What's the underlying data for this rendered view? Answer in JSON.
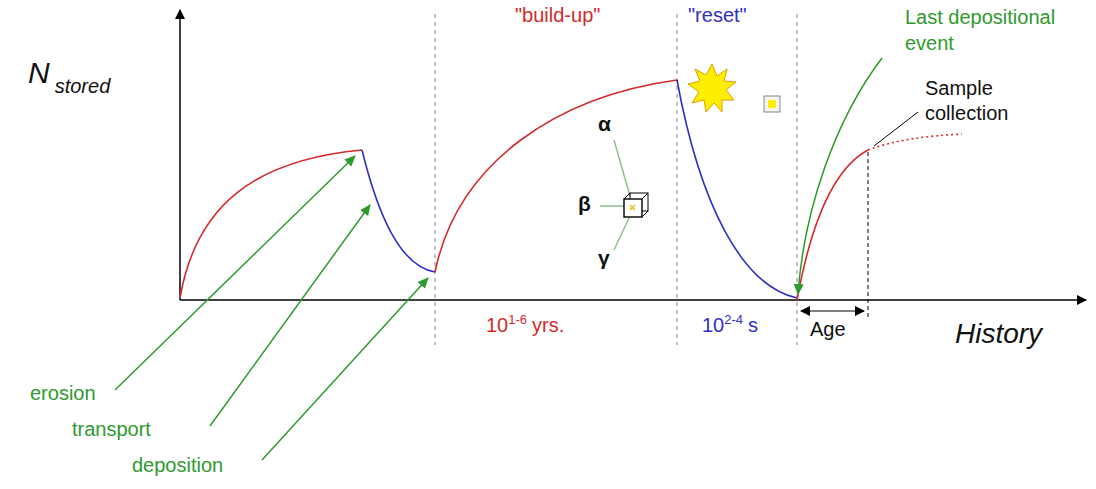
{
  "diagram": {
    "labels": [
      "N",
      "stored",
      "\"build-up\"",
      "\"reset\"",
      "Last depositional event",
      "Sample collection",
      "α",
      "β",
      "γ",
      "erosion",
      "transport",
      "deposition",
      "10",
      "1-6",
      "yrs.",
      "10",
      "2-4",
      "s",
      "Age",
      "History"
    ]
  }
}
